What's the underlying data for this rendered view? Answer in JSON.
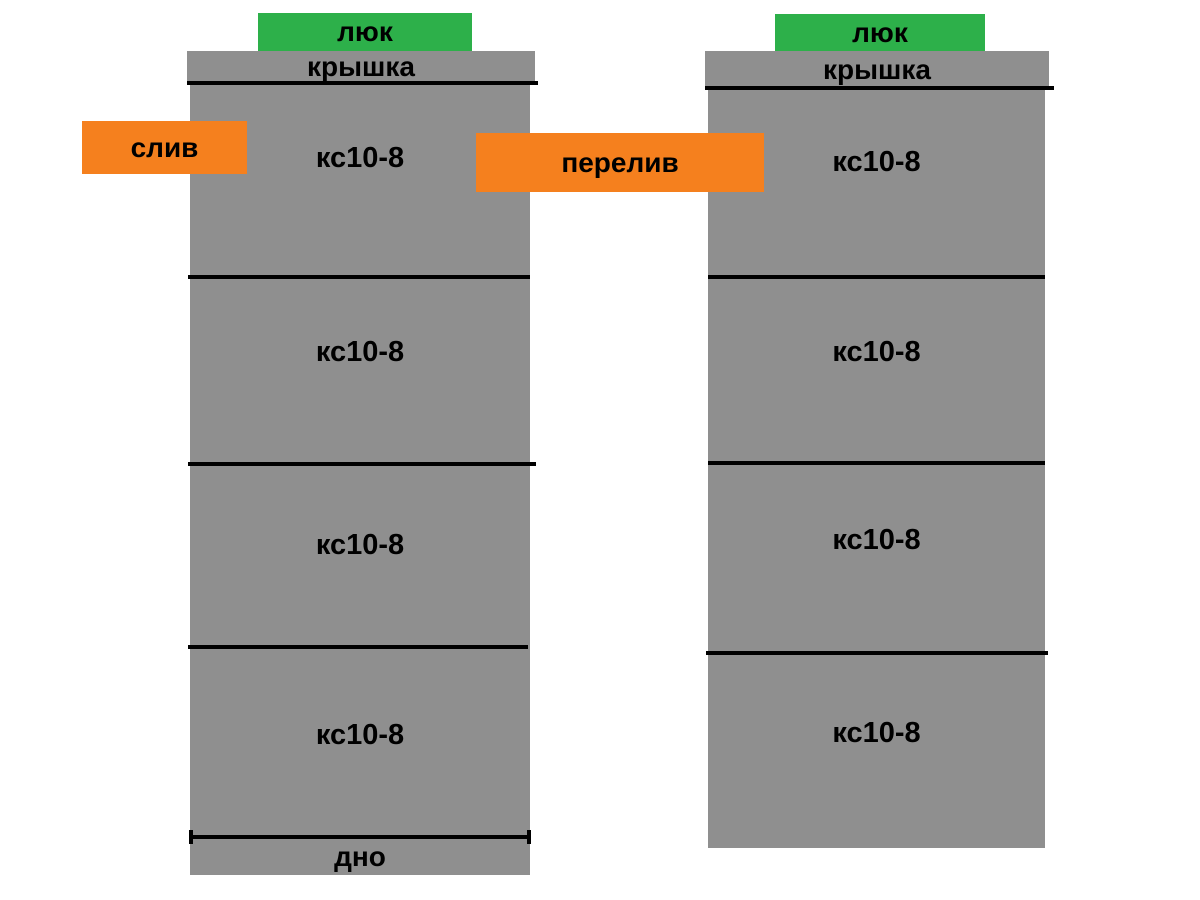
{
  "colors": {
    "well_gray": "#8f8f8f",
    "hatch_green": "#2db04a",
    "pipe_orange": "#f5801e",
    "line_black": "#000000"
  },
  "labels": {
    "drain": "слив",
    "overflow": "перелив"
  },
  "left_well": {
    "hatch": "люк",
    "cover": "крышка",
    "rings": [
      "кс10-8",
      "кс10-8",
      "кс10-8",
      "кс10-8"
    ],
    "bottom": "дно"
  },
  "right_well": {
    "hatch": "люк",
    "cover": "крышка",
    "rings": [
      "кс10-8",
      "кс10-8",
      "кс10-8",
      "кс10-8"
    ]
  }
}
